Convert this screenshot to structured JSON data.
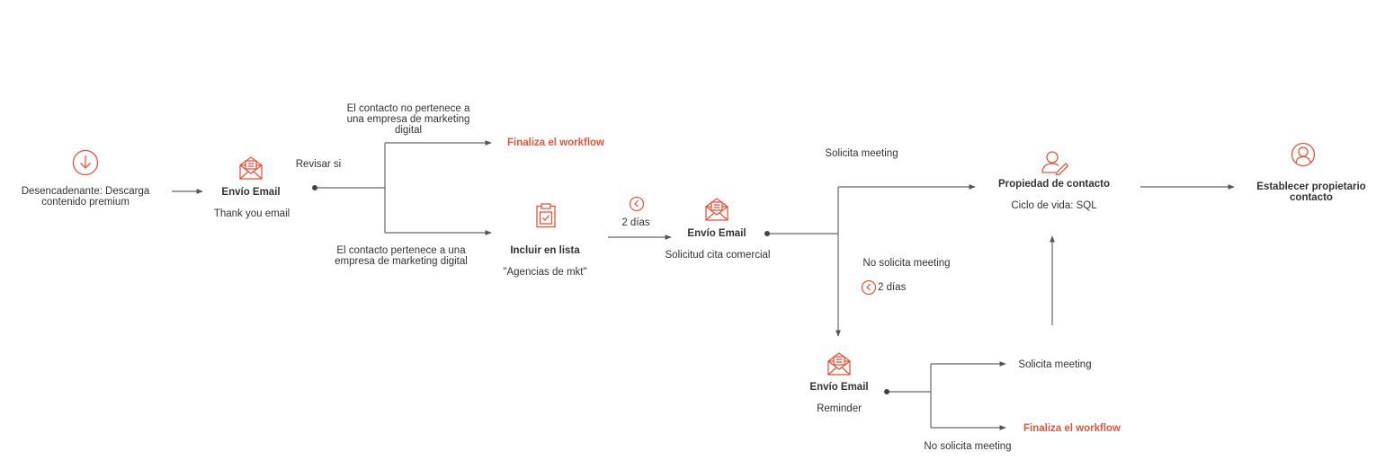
{
  "colors": {
    "accent": "#e8553c",
    "line": "#555555",
    "text": "#333333"
  },
  "trigger": {
    "icon": "download-circle-icon",
    "label": "Desencadenante: Descarga contenido premium"
  },
  "email1": {
    "icon": "envelope-icon",
    "title": "Envío Email",
    "subtitle": "Thank you email"
  },
  "check": {
    "label": "Revisar si"
  },
  "branch_no": {
    "label": "El contacto no pertenece a una empresa de marketing digital",
    "end": "Finaliza el workflow"
  },
  "branch_yes": {
    "label": "El contacto pertenece a una empresa de marketing digital"
  },
  "list": {
    "icon": "clipboard-check-icon",
    "title": "Incluir en lista",
    "subtitle": "\"Agencias de mkt\""
  },
  "delay1": {
    "icon": "clock-icon",
    "label": "2 días"
  },
  "email2": {
    "icon": "envelope-icon",
    "title": "Envío Email",
    "subtitle": "Solicitud cita comercial"
  },
  "meeting_yes": {
    "label": "Solicita meeting"
  },
  "meeting_no": {
    "label": "No solicita meeting"
  },
  "delay2": {
    "icon": "clock-icon",
    "label": "2 días"
  },
  "property": {
    "icon": "user-edit-icon",
    "title": "Propiedad de contacto",
    "subtitle": "Ciclo de vida: SQL"
  },
  "owner": {
    "icon": "user-circle-icon",
    "title": "Establecer propietario contacto"
  },
  "email3": {
    "icon": "envelope-icon",
    "title": "Envío Email",
    "subtitle": "Reminder"
  },
  "reminder_yes": {
    "label": "Solicita meeting"
  },
  "reminder_no": {
    "label": "No solicita meeting",
    "end": "Finaliza el workflow"
  }
}
